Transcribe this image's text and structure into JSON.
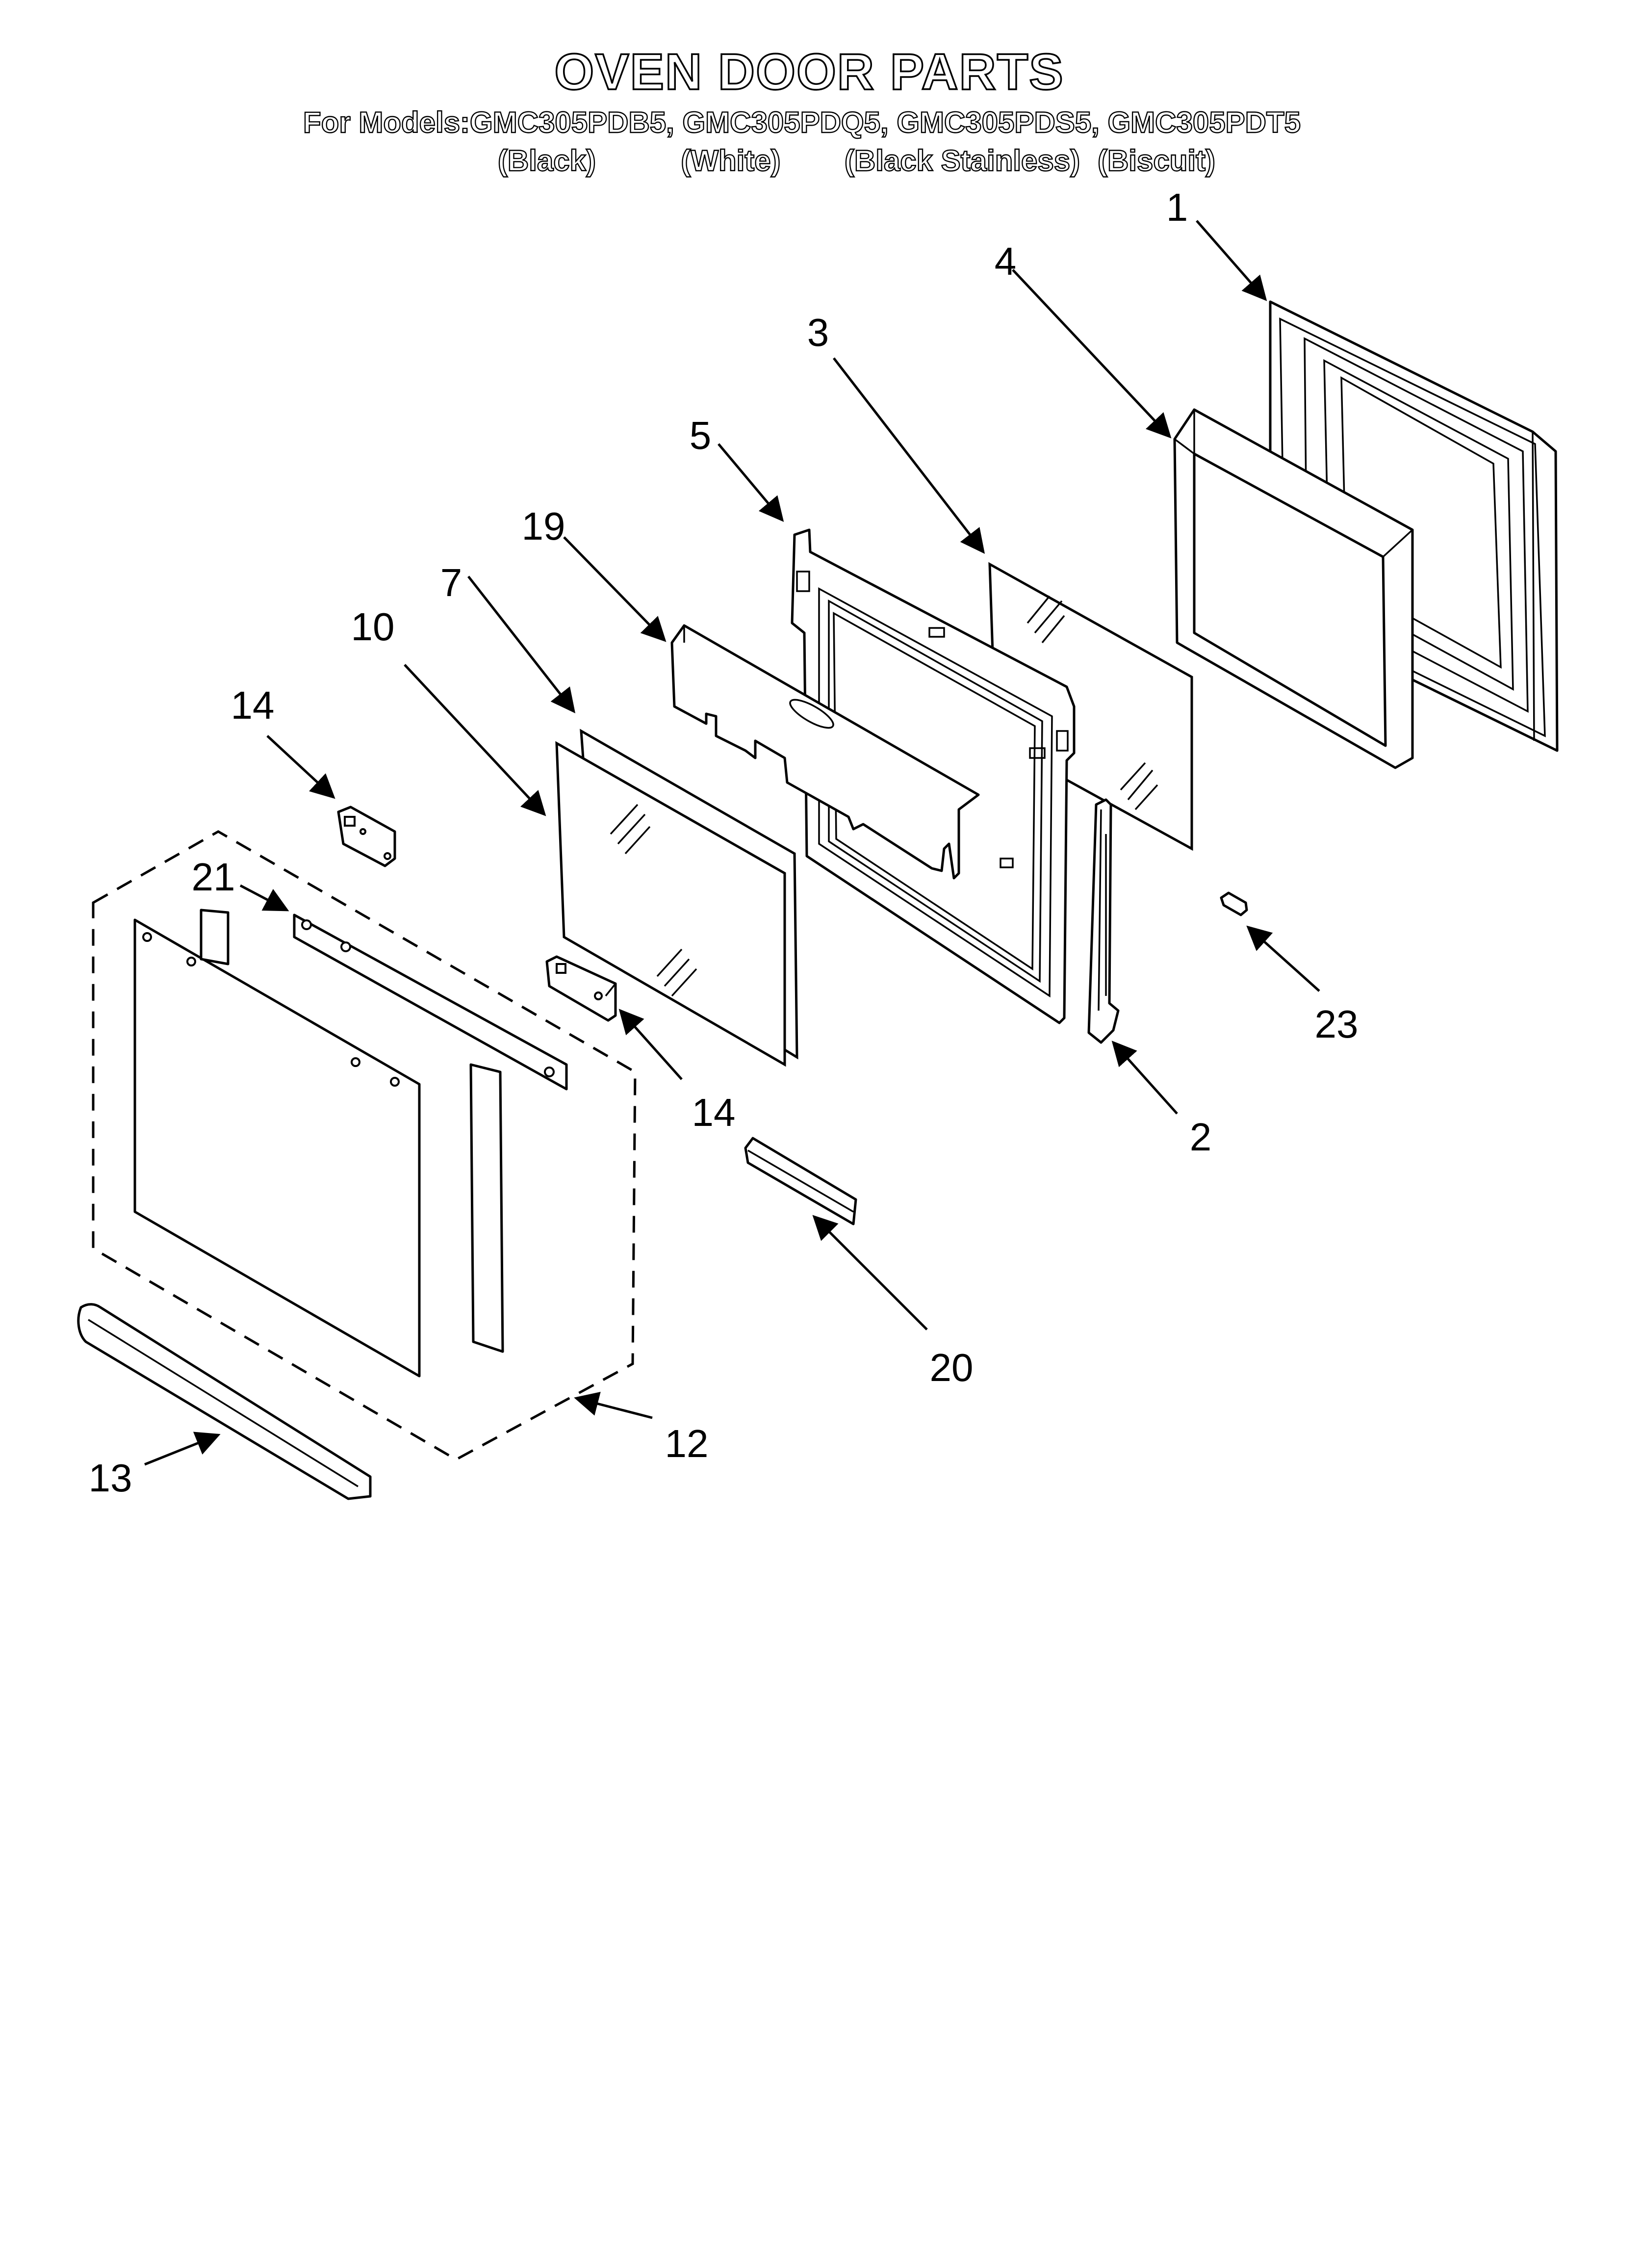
{
  "header": {
    "title": "OVEN DOOR PARTS",
    "models_line": "For Models:GMC305PDB5, GMC305PDQ5, GMC305PDS5, GMC305PDT5",
    "colors": [
      "(Black)",
      "(White)",
      "(Black Stainless)",
      "(Biscuit)"
    ]
  },
  "callouts": {
    "c1": "1",
    "c2": "2",
    "c3": "3",
    "c4": "4",
    "c5": "5",
    "c7": "7",
    "c10": "10",
    "c12": "12",
    "c13": "13",
    "c14a": "14",
    "c14b": "14",
    "c19": "19",
    "c20": "20",
    "c21": "21",
    "c23": "23"
  }
}
